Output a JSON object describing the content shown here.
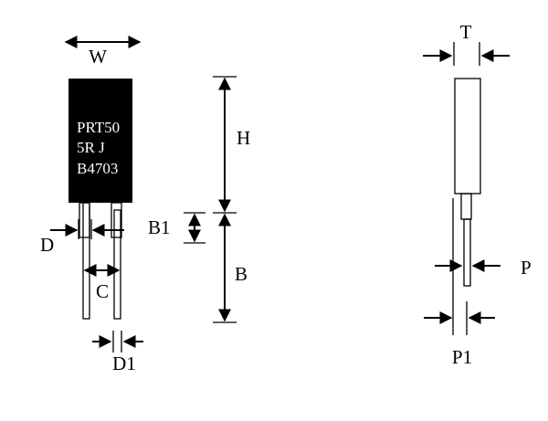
{
  "diagram": {
    "body_marking": [
      "PRT50",
      "5R J",
      "B4703"
    ],
    "labels": {
      "W": "W",
      "H": "H",
      "B1": "B1",
      "B": "B",
      "D": "D",
      "C": "C",
      "D1": "D1",
      "T": "T",
      "P": "P",
      "P1": "P1"
    },
    "colors": {
      "body": "#000000",
      "line": "#000000",
      "background": "#ffffff"
    }
  }
}
